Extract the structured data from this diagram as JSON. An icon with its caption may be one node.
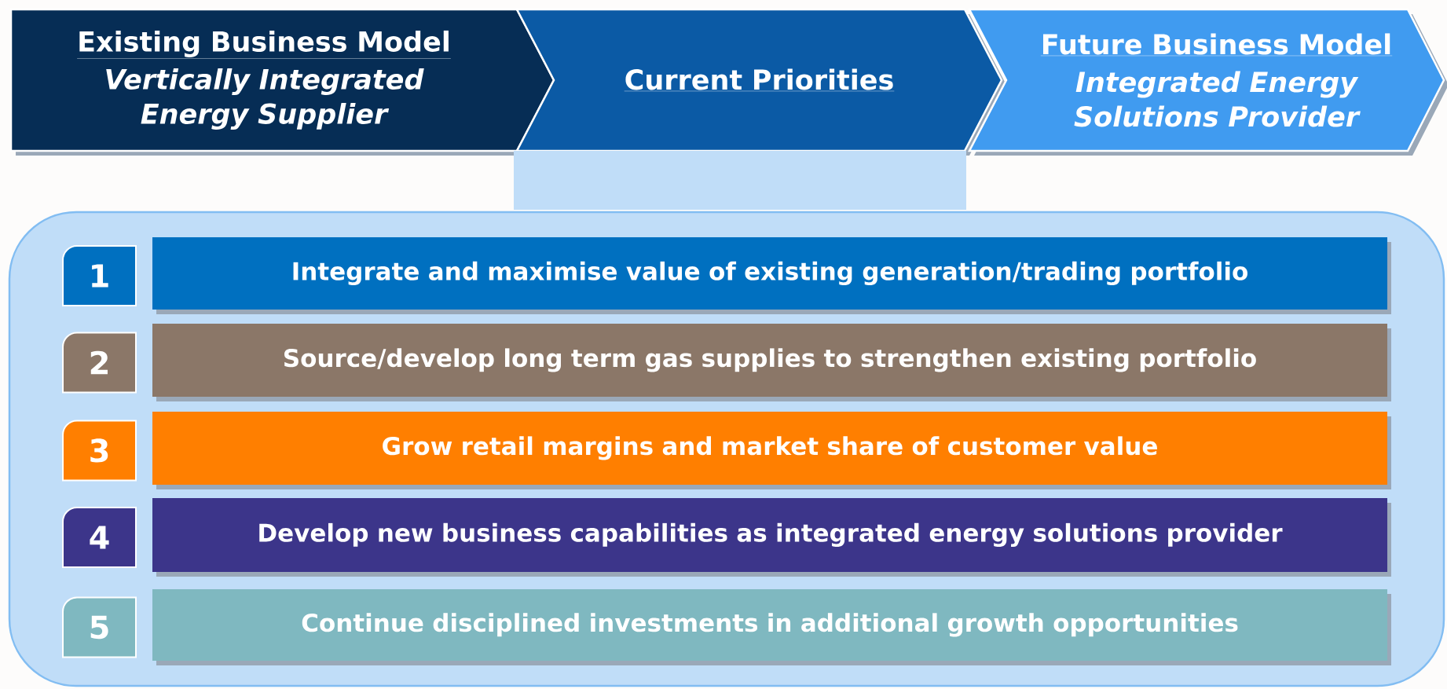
{
  "diagram": {
    "nodes": [
      {
        "text": [
          "Existing Business Model",
          "Vertically Integrated Energy Supplier"
        ]
      },
      {
        "text": [
          "Current Priorities"
        ]
      },
      {
        "text": [
          "Future Business Model",
          "Integrated Energy Solutions Provider"
        ]
      },
      {
        "text": [],
        "shape": "box"
      },
      {
        "text": [
          "1"
        ],
        "in": 3
      },
      {
        "text": [
          "Integrate and maximise value of existing generation/trading portfolio"
        ],
        "in": 3
      },
      {
        "text": [
          "2"
        ],
        "in": 3
      },
      {
        "text": [
          "Source/develop long term gas supplies to strengthen existing portfolio"
        ],
        "in": 3
      },
      {
        "text": [
          "3"
        ],
        "in": 3
      },
      {
        "text": [
          "Grow retail margins and market share of customer value"
        ],
        "in": 3
      },
      {
        "text": [
          "4"
        ],
        "in": 3
      },
      {
        "text": [
          "Develop new business capabilities as integrated energy solutions provider"
        ],
        "in": 3
      },
      {
        "text": [
          "5"
        ],
        "in": 3
      },
      {
        "text": [
          "Continue disciplined investments in additional growth opportunities"
        ],
        "in": 3
      }
    ]
  }
}
